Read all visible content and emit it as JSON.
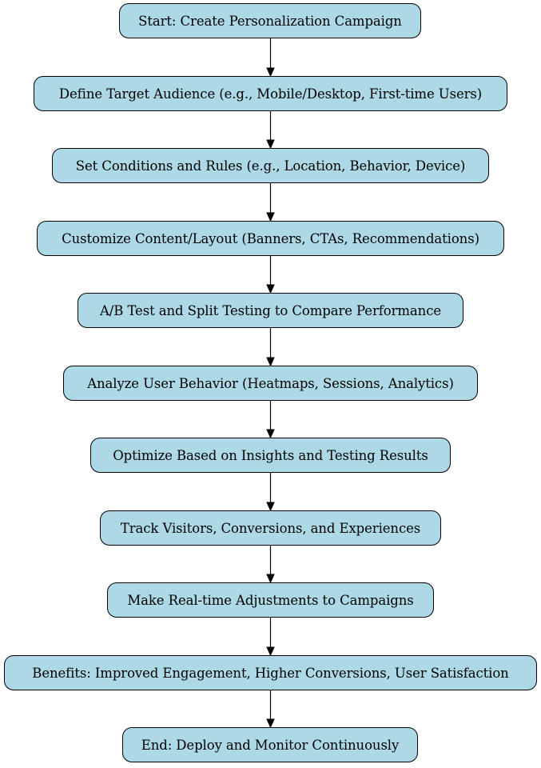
{
  "diagram": {
    "node_fill": "#add8e6",
    "edge_color": "#000000",
    "nodes": [
      {
        "id": "start",
        "label": "Start: Create Personalization Campaign"
      },
      {
        "id": "audience",
        "label": "Define Target Audience (e.g., Mobile/Desktop, First-time Users)"
      },
      {
        "id": "conditions",
        "label": "Set Conditions and Rules (e.g., Location, Behavior, Device)"
      },
      {
        "id": "customize",
        "label": "Customize Content/Layout (Banners, CTAs, Recommendations)"
      },
      {
        "id": "abtest",
        "label": "A/B Test and Split Testing to Compare Performance"
      },
      {
        "id": "analyze",
        "label": "Analyze User Behavior (Heatmaps, Sessions, Analytics)"
      },
      {
        "id": "optimize",
        "label": "Optimize Based on Insights and Testing Results"
      },
      {
        "id": "track",
        "label": "Track Visitors, Conversions, and Experiences"
      },
      {
        "id": "adjust",
        "label": "Make Real-time Adjustments to Campaigns"
      },
      {
        "id": "benefits",
        "label": "Benefits: Improved Engagement, Higher Conversions, User Satisfaction"
      },
      {
        "id": "end",
        "label": "End: Deploy and Monitor Continuously"
      }
    ],
    "edges": [
      {
        "from": "start",
        "to": "audience"
      },
      {
        "from": "audience",
        "to": "conditions"
      },
      {
        "from": "conditions",
        "to": "customize"
      },
      {
        "from": "customize",
        "to": "abtest"
      },
      {
        "from": "abtest",
        "to": "analyze"
      },
      {
        "from": "analyze",
        "to": "optimize"
      },
      {
        "from": "optimize",
        "to": "track"
      },
      {
        "from": "track",
        "to": "adjust"
      },
      {
        "from": "adjust",
        "to": "benefits"
      },
      {
        "from": "benefits",
        "to": "end"
      }
    ]
  }
}
